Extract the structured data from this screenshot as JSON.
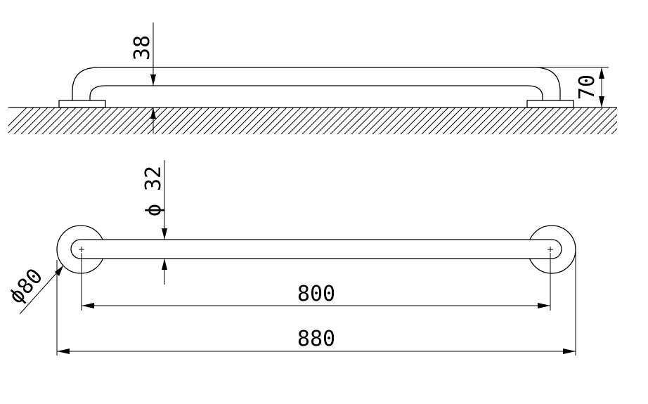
{
  "dimensions": {
    "tube_height": "38",
    "projection": "70",
    "tube_diameter": "ϕ 32",
    "flange_diameter": "ϕ80",
    "hole_spacing": "800",
    "overall_length": "880"
  },
  "colors": {
    "line": "#000000",
    "background": "#ffffff"
  }
}
